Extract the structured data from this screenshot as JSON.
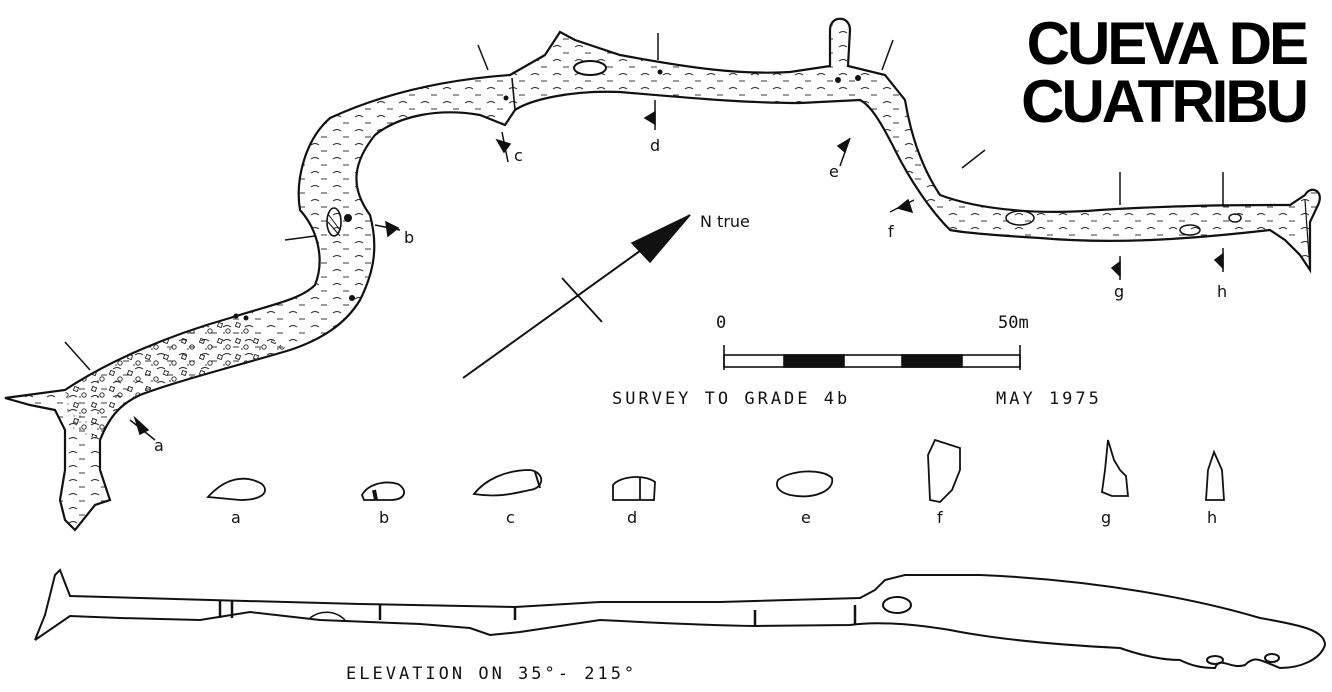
{
  "title": {
    "line1": "CUEVA DE",
    "line2": "CUATRIBU"
  },
  "north_label": "N true",
  "scale": {
    "start_label": "0",
    "end_label": "50m"
  },
  "survey": {
    "grade": "SURVEY TO GRADE 4b",
    "date": "MAY 1975"
  },
  "plan_section_markers": [
    "a",
    "b",
    "c",
    "d",
    "e",
    "f",
    "g",
    "h"
  ],
  "cross_section_labels": [
    "a",
    "b",
    "c",
    "d",
    "e",
    "f",
    "g",
    "h"
  ],
  "elevation": {
    "label": "ELEVATION  ON  35°- 215°"
  }
}
